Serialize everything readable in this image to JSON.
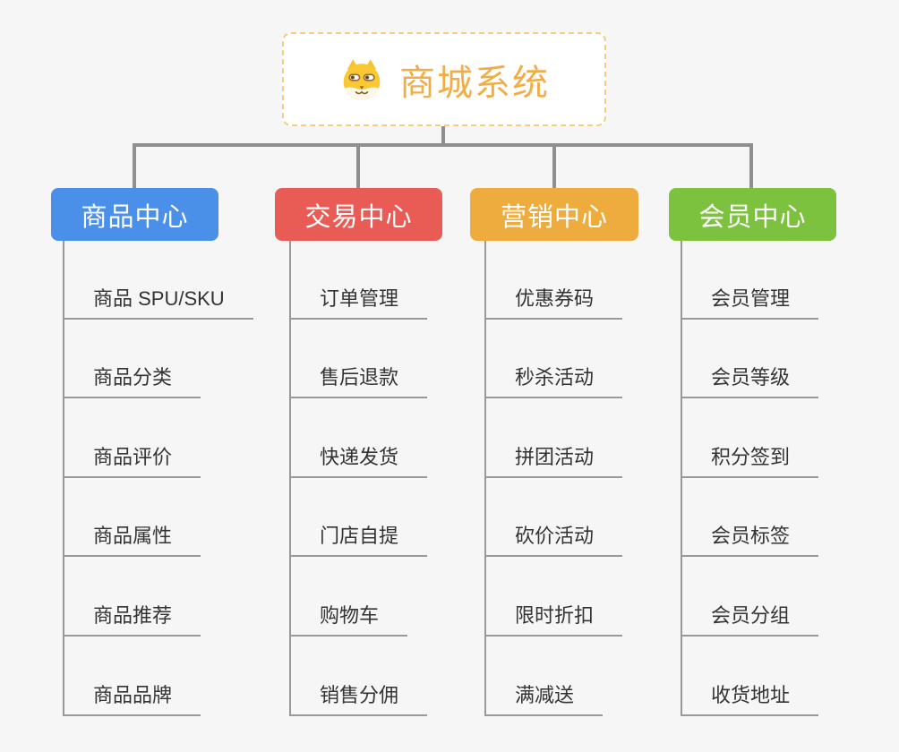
{
  "root": {
    "title": "商城系统",
    "icon": "dog-face-icon",
    "title_color": "#efae4a",
    "border_color": "#f6cc82"
  },
  "connector_color": "#8f8f8f",
  "leaf_line_color": "#999999",
  "branches": [
    {
      "label": "商品中心",
      "color": "#4a8fe8",
      "children": [
        "商品 SPU/SKU",
        "商品分类",
        "商品评价",
        "商品属性",
        "商品推荐",
        "商品品牌"
      ]
    },
    {
      "label": "交易中心",
      "color": "#e95b55",
      "children": [
        "订单管理",
        "售后退款",
        "快递发货",
        "门店自提",
        "购物车",
        "销售分佣"
      ]
    },
    {
      "label": "营销中心",
      "color": "#efac3e",
      "children": [
        "优惠券码",
        "秒杀活动",
        "拼团活动",
        "砍价活动",
        "限时折扣",
        "满减送"
      ]
    },
    {
      "label": "会员中心",
      "color": "#7cc23f",
      "children": [
        "会员管理",
        "会员等级",
        "积分签到",
        "会员标签",
        "会员分组",
        "收货地址"
      ]
    }
  ]
}
